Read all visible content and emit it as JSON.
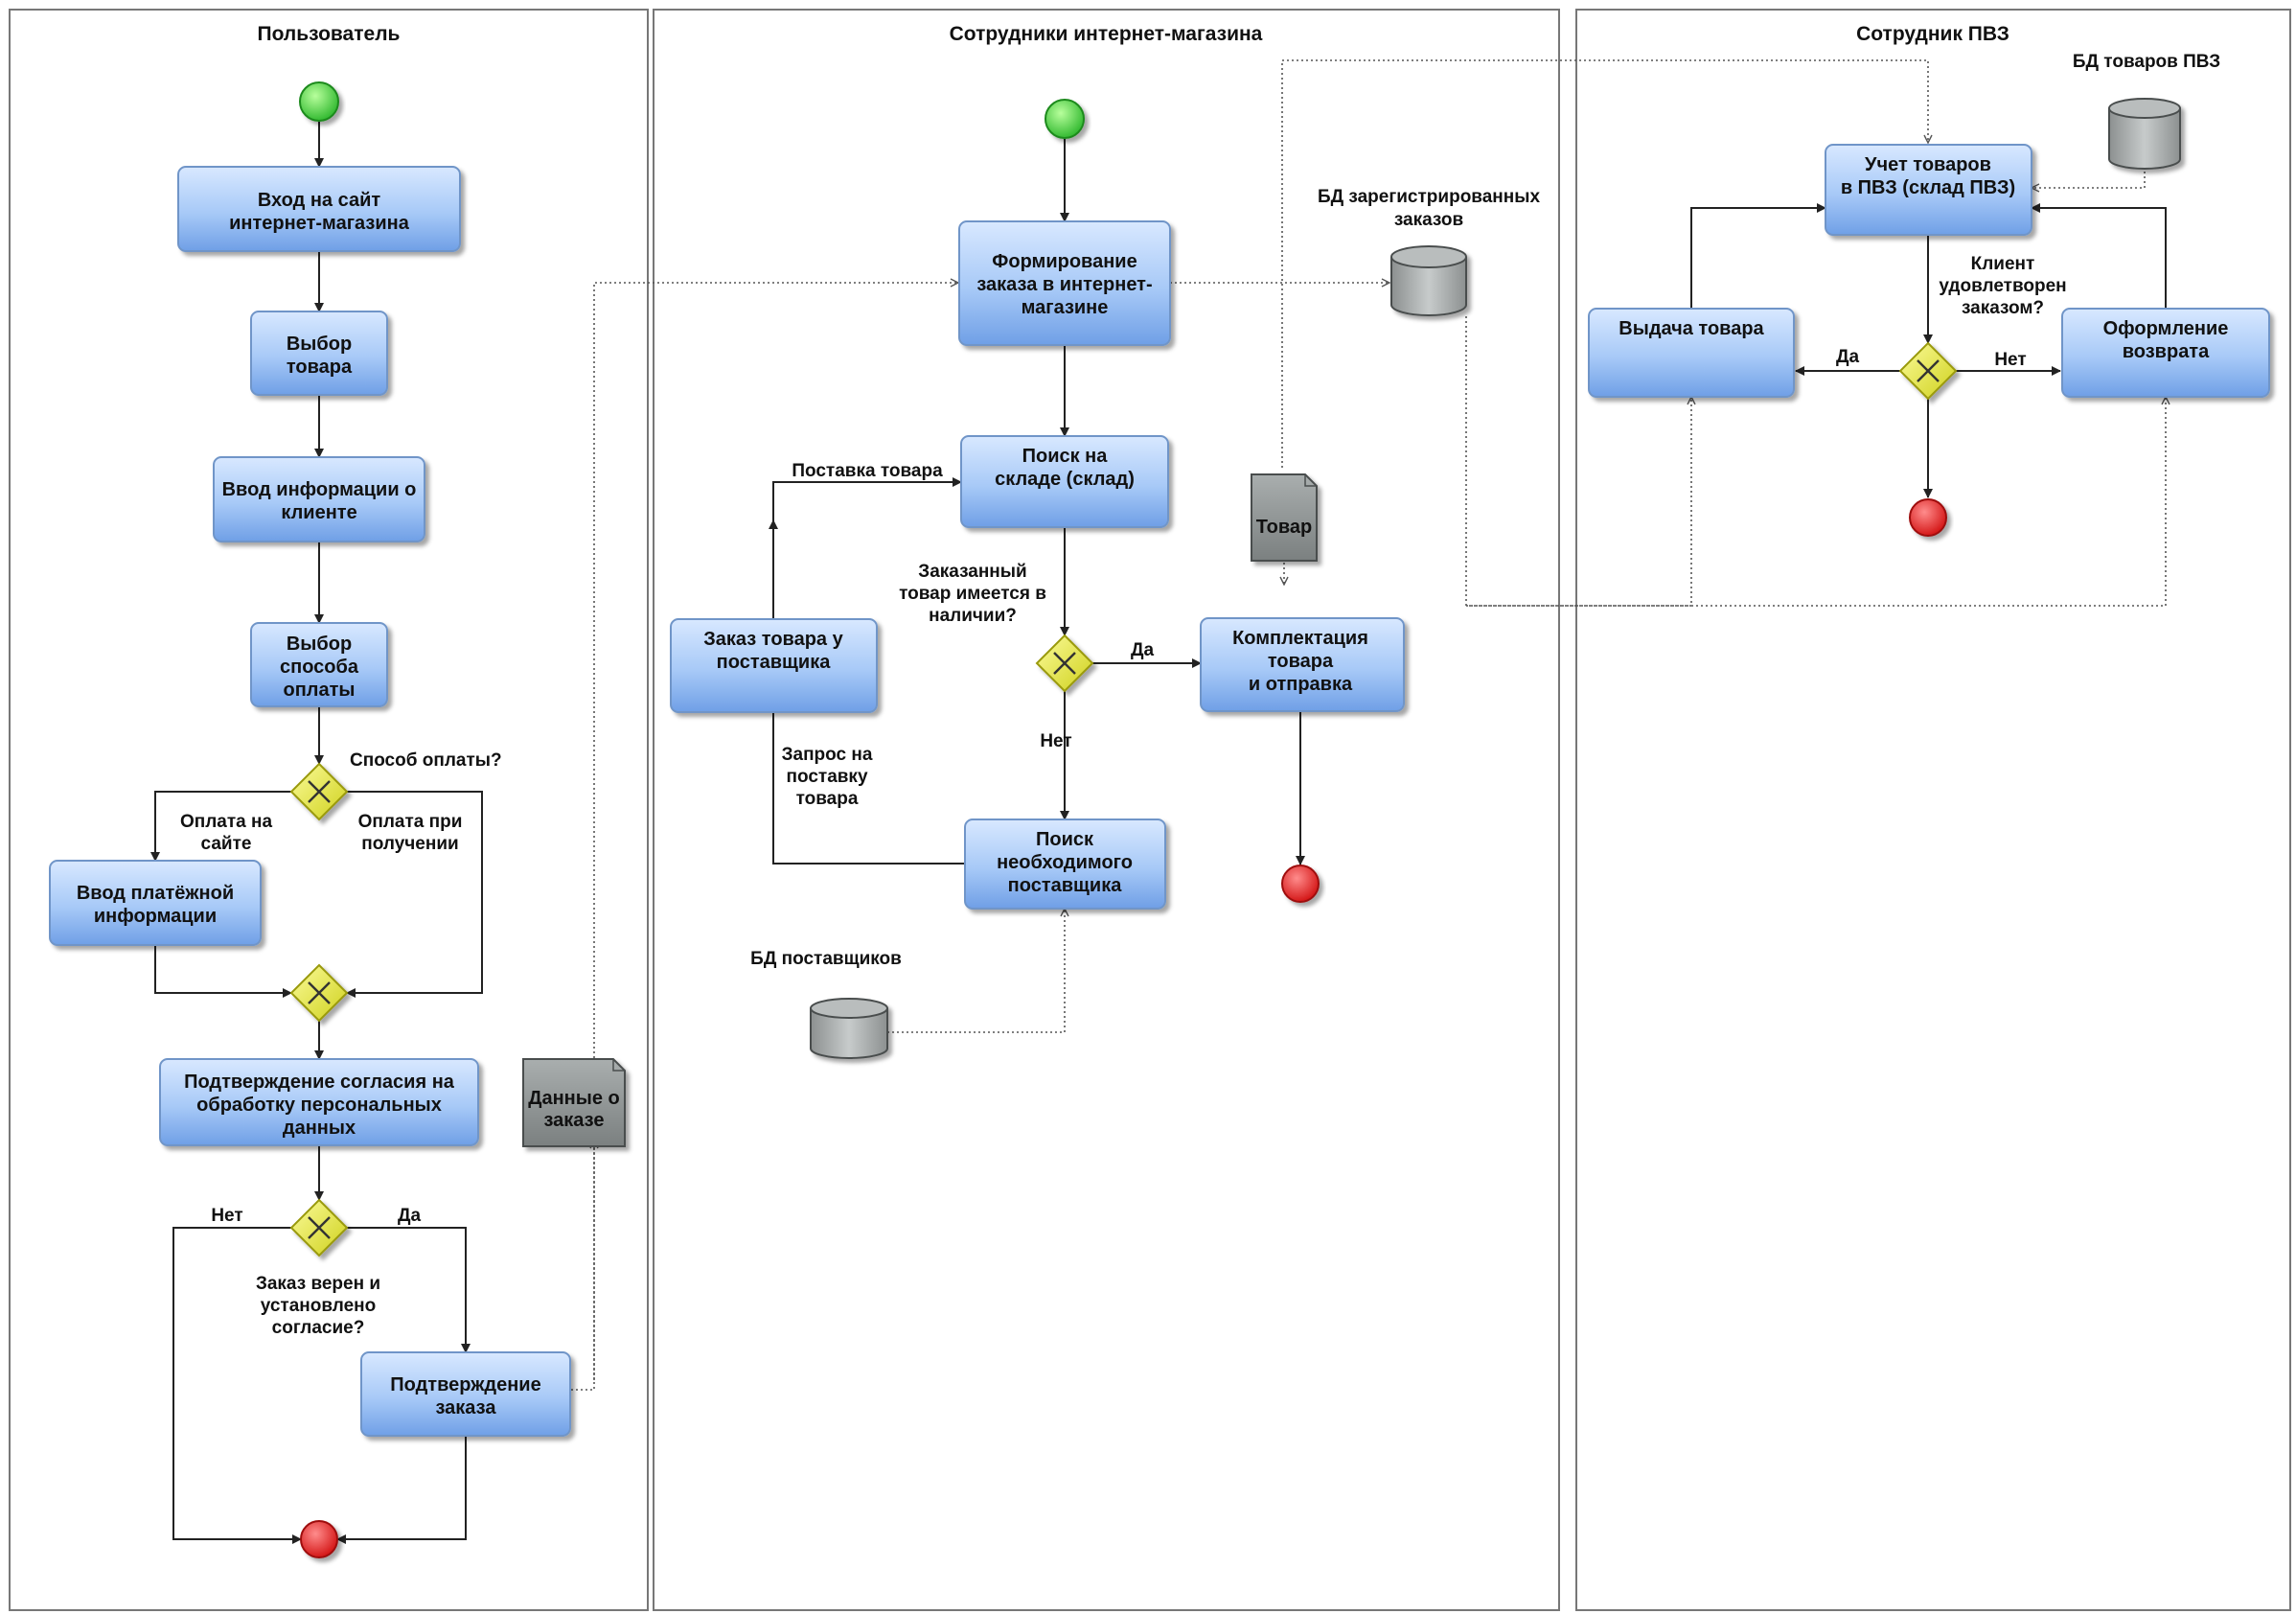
{
  "lanes": {
    "user": "Пользователь",
    "staff": "Сотрудники интернет-магазина",
    "pvz": "Сотрудник ПВЗ"
  },
  "tasks": {
    "login": [
      "Вход на сайт",
      "интернет-магазина"
    ],
    "choose_product": [
      "Выбор",
      "товара"
    ],
    "client_info": [
      "Ввод информации о",
      "клиенте"
    ],
    "payment_method": [
      "Выбор",
      "способа",
      "оплаты"
    ],
    "payment_info": [
      "Ввод платёжной",
      "информации"
    ],
    "consent": [
      "Подтверждение согласия на",
      "обработку персональных",
      "данных"
    ],
    "confirm_order": [
      "Подтверждение",
      "заказа"
    ],
    "form_order": [
      "Формирование",
      "заказа в интернет-",
      "магазине"
    ],
    "warehouse_search": [
      "Поиск на",
      "складе (склад)"
    ],
    "supplier_order": [
      "Заказ товара у",
      "поставщика"
    ],
    "supplier_search": [
      "Поиск",
      "необходимого",
      "поставщика"
    ],
    "pack_ship": [
      "Комплектация",
      "товара",
      "и отправка"
    ],
    "pvz_accounting": [
      "Учет товаров",
      "в ПВЗ (склад ПВЗ)"
    ],
    "issue": [
      "Выдача товара"
    ],
    "return": [
      "Оформление",
      "возврата"
    ]
  },
  "labels": {
    "q_payment": "Способ оплаты?",
    "pay_online": [
      "Оплата на",
      "сайте"
    ],
    "pay_on_receipt": [
      "Оплата при",
      "получении"
    ],
    "no1": "Нет",
    "yes1": "Да",
    "q_order_ok": [
      "Заказ верен и",
      "установлено",
      "согласие?"
    ],
    "supply": "Поставка товара",
    "q_in_stock": [
      "Заказанный",
      "товар имеется в",
      "наличии?"
    ],
    "yes2": "Да",
    "no2": "Нет",
    "supply_request": [
      "Запрос на",
      "поставку",
      "товара"
    ],
    "q_client": [
      "Клиент",
      "удовлетворен",
      "заказом?"
    ],
    "yes3": "Да",
    "no3": "Нет"
  },
  "artifacts": {
    "order_data": [
      "Данные о",
      "заказе"
    ],
    "goods": [
      "Товар"
    ]
  },
  "stores": {
    "db_orders": [
      "БД зарегистрированных",
      "заказов"
    ],
    "db_suppliers": [
      "БД поставщиков"
    ],
    "db_pvz": [
      "БД товаров ПВЗ"
    ]
  },
  "colors": {
    "task_fill_top": "#cfe1ff",
    "task_fill_bottom": "#7fb0f2",
    "task_stroke": "#6f95c8",
    "gateway": "#e6e83a",
    "start_event": "#2fd62f",
    "end_event": "#e81a1a",
    "db": "#a9adad",
    "artifact": "#8f9493"
  },
  "icons": {
    "gateway": "x-icon",
    "start": "start-event-icon",
    "end": "end-event-icon",
    "db": "database-icon",
    "artifact": "document-icon"
  }
}
